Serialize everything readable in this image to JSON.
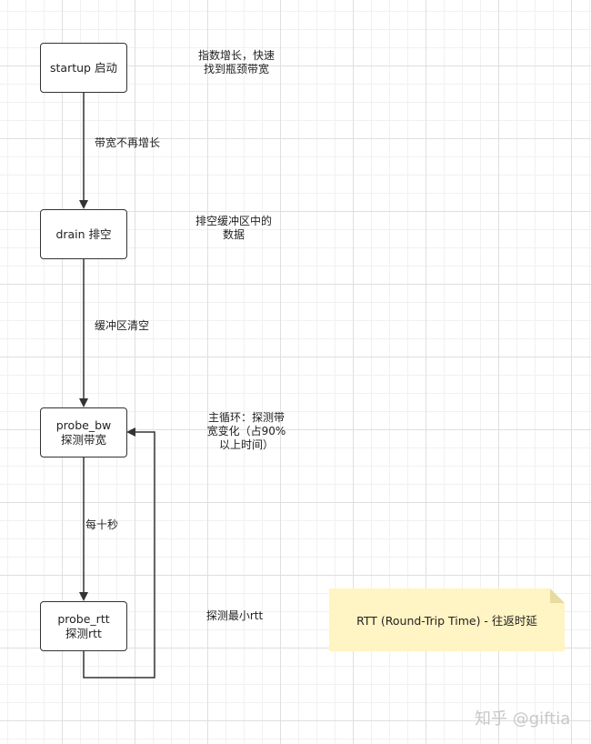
{
  "nodes": {
    "startup": {
      "line1": "startup 启动",
      "line2": ""
    },
    "drain": {
      "line1": "drain 排空",
      "line2": ""
    },
    "probe_bw": {
      "line1": "probe_bw",
      "line2": "探测带宽"
    },
    "probe_rtt": {
      "line1": "probe_rtt",
      "line2": "探测rtt"
    }
  },
  "edges": {
    "startup_to_drain": "带宽不再增长",
    "drain_to_probe_bw": "缓冲区清空",
    "probe_bw_to_probe_rtt": "每十秒"
  },
  "notes": {
    "startup": {
      "line1": "指数增长，快速",
      "line2": "找到瓶颈带宽",
      "line3": ""
    },
    "drain": {
      "line1": "排空缓冲区中的",
      "line2": "数据",
      "line3": ""
    },
    "probe_bw": {
      "line1": "主循环：探测带",
      "line2": "宽变化（占90%",
      "line3": "以上时间）"
    },
    "probe_rtt": {
      "line1": "探测最小rtt",
      "line2": "",
      "line3": ""
    }
  },
  "sticky_note": "RTT (Round-Trip Time) - 往返时延",
  "watermark": "知乎 @giftia",
  "colors": {
    "sticky": "#fff4c3",
    "line": "#333333",
    "grid": "#dfdfdf"
  }
}
